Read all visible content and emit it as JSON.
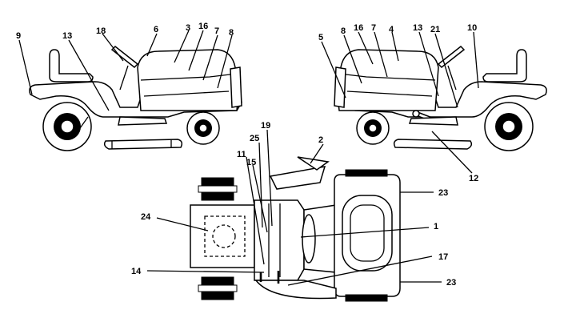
{
  "diagram": {
    "callouts": {
      "left_9": "9",
      "left_13": "13",
      "left_18": "18",
      "left_6": "6",
      "left_3": "3",
      "left_16": "16",
      "left_7": "7",
      "left_8": "8",
      "right_5": "5",
      "right_8": "8",
      "right_16": "16",
      "right_7": "7",
      "right_4": "4",
      "right_13": "13",
      "right_21": "21",
      "right_10": "10",
      "right_12": "12",
      "top_19": "19",
      "top_25": "25",
      "top_2": "2",
      "top_15": "15",
      "top_11": "11",
      "top_23_upper": "23",
      "top_24": "24",
      "top_1": "1",
      "top_14": "14",
      "top_17": "17",
      "top_23_lower": "23"
    }
  }
}
